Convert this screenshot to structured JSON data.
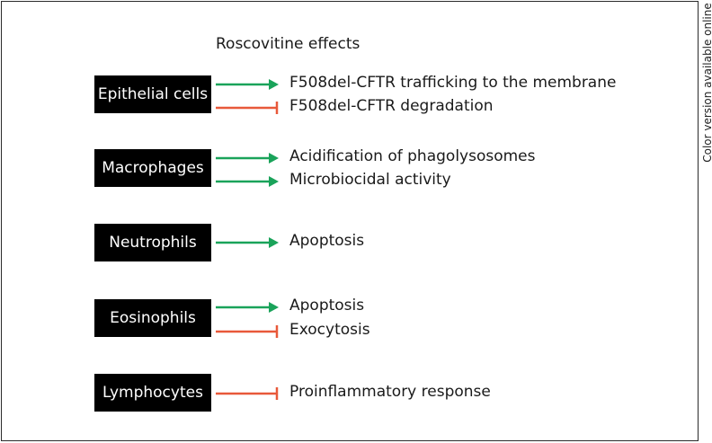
{
  "heading": "Roscovitine effects",
  "side_note": "Color version available online",
  "colors": {
    "activate": "#1aa35a",
    "inhibit": "#e8593a"
  },
  "groups": [
    {
      "cell": "Epithelial cells",
      "effects": [
        {
          "type": "activate",
          "label": "F508del-CFTR trafficking to the membrane"
        },
        {
          "type": "inhibit",
          "label": "F508del-CFTR degradation"
        }
      ]
    },
    {
      "cell": "Macrophages",
      "effects": [
        {
          "type": "activate",
          "label": "Acidification of phagolysosomes"
        },
        {
          "type": "activate",
          "label": "Microbiocidal activity"
        }
      ]
    },
    {
      "cell": "Neutrophils",
      "effects": [
        {
          "type": "activate",
          "label": "Apoptosis"
        }
      ]
    },
    {
      "cell": "Eosinophils",
      "effects": [
        {
          "type": "activate",
          "label": "Apoptosis"
        },
        {
          "type": "inhibit",
          "label": "Exocytosis"
        }
      ]
    },
    {
      "cell": "Lymphocytes",
      "effects": [
        {
          "type": "inhibit",
          "label": "Proinflammatory response"
        }
      ]
    }
  ]
}
